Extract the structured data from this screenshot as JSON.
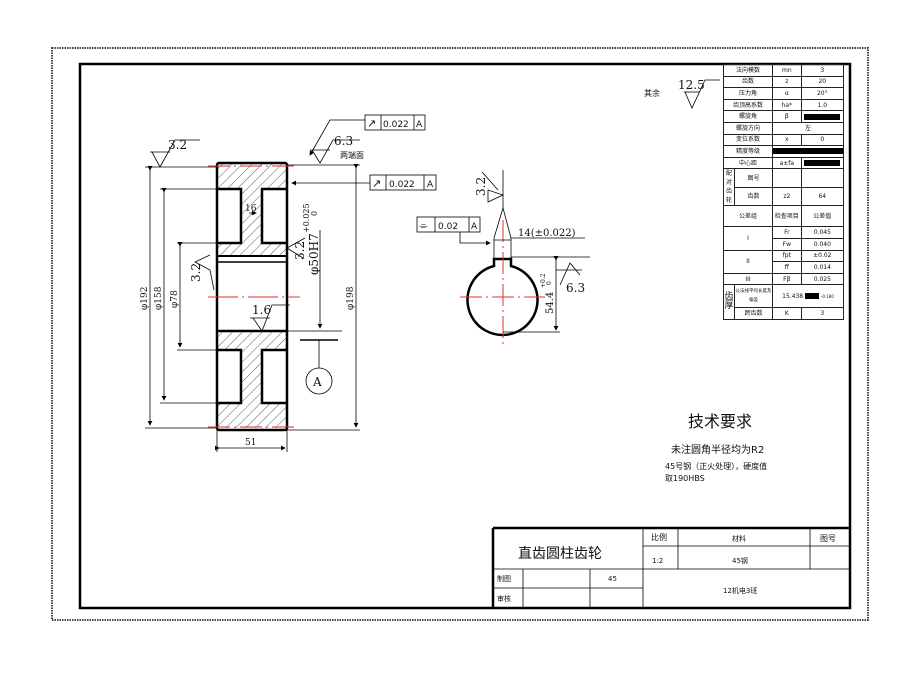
{
  "surface_roughness": {
    "other": "其余",
    "other_value": "12.5",
    "top_left": "3.2",
    "top_right": "6.3",
    "bore_left": "3.2",
    "bore_right": "3.2",
    "hub": "1.6",
    "keyway_top": "3.2",
    "keyway_side": "6.3"
  },
  "tolerances": {
    "runout_1": {
      "symbol": "↗",
      "value": "0.022",
      "datum": "A"
    },
    "runout_2": {
      "symbol": "↗",
      "value": "0.022",
      "datum": "A"
    },
    "symmetry": {
      "symbol": "⌯",
      "value": "0.02",
      "datum": "A"
    }
  },
  "labels": {
    "both_faces": "两端面",
    "datum": "A"
  },
  "dimensions": {
    "d192": "φ192",
    "d158": "φ158",
    "d78": "φ78",
    "d198": "φ198",
    "width": "51",
    "web": "16",
    "bore": "φ50H7",
    "bore_tol_upper": "+0.025",
    "bore_tol_lower": "0",
    "key_width": "14(±0.022)",
    "key_depth": "54.4",
    "key_depth_tol_upper": "+0.2",
    "key_depth_tol_lower": "0"
  },
  "param_table": {
    "rows": [
      [
        "法向模数",
        "mn",
        "3"
      ],
      [
        "齿数",
        "z",
        "20"
      ],
      [
        "压力角",
        "α",
        "20°"
      ],
      [
        "齿顶高系数",
        "ha*",
        "1.0"
      ],
      [
        "螺旋角",
        "β",
        ""
      ],
      [
        "螺旋方向",
        "左"
      ],
      [
        "变位系数",
        "x",
        "0"
      ],
      [
        "精度等级",
        ""
      ],
      [
        "中心距",
        "a±fa",
        ""
      ]
    ],
    "pair_label": "配对齿轮",
    "pair_drawing_no": "图号",
    "pair_teeth": "齿数",
    "pair_symbol": "z2",
    "pair_value": "64",
    "tol_header": [
      "公差组",
      "检查项目",
      "公差值"
    ],
    "tol_rows": [
      {
        "group": "I",
        "items": [
          [
            "Fr",
            "0.045"
          ],
          [
            "Fw",
            "0.040"
          ]
        ]
      },
      {
        "group": "II",
        "items": [
          [
            "fpt",
            "±0.02"
          ],
          [
            "ff",
            "0.014"
          ]
        ]
      },
      {
        "group": "III",
        "items": [
          [
            "Fβ",
            "0.025"
          ]
        ]
      }
    ],
    "thickness_label": "齿厚",
    "thickness_desc": "公法线平均长度及偏差",
    "thickness_value": "15.438",
    "thickness_tol": "-0.180",
    "span_label": "跨齿数",
    "span_symbol": "K",
    "span_value": "3"
  },
  "tech_requirements": {
    "title": "技术要求",
    "lines": [
      "未注圆角半径均为R2",
      "45号钢（正火处理），硬度值",
      "取190HBS"
    ]
  },
  "title_block": {
    "part_name": "直齿圆柱齿轮",
    "scale_label": "比例",
    "scale_value": "1:2",
    "material_label": "材料",
    "material_value": "45钢",
    "drawing_no_label": "图号",
    "drawn_label": "制图",
    "drawn_value": "45",
    "checked_label": "审核",
    "class_name": "12机电3班"
  }
}
